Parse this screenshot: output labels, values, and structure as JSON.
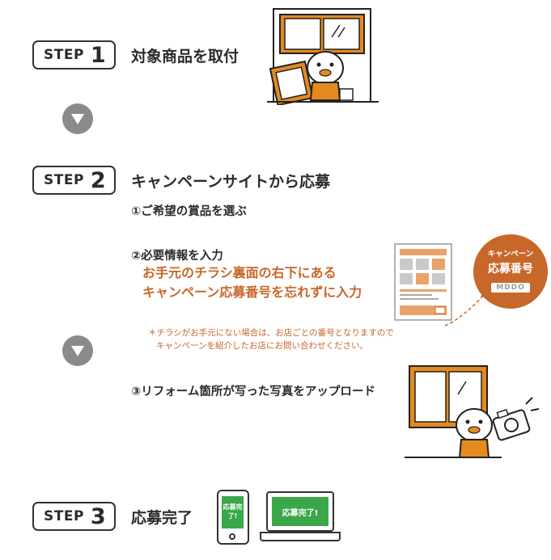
{
  "steps": [
    {
      "word": "STEP",
      "number": "1",
      "title": "対象商品を取付"
    },
    {
      "word": "STEP",
      "number": "2",
      "title": "キャンペーンサイトから応募"
    },
    {
      "word": "STEP",
      "number": "3",
      "title": "応募完了"
    }
  ],
  "step2": {
    "item1": "①ご希望の賞品を選ぶ",
    "item2": "②必要情報を入力",
    "item2_detail_line1": "お手元のチラシ裏面の右下にある",
    "item2_detail_line2": "キャンペーン応募番号を忘れずに入力",
    "note_line1": "＊チラシがお手元にない場合は、お店ごとの番号となりますので",
    "note_line2": "キャンペーンを紹介したお店にお問い合わせください。",
    "item3": "③リフォーム箇所が写った写真をアップロード"
  },
  "campaign_badge": {
    "line1": "キャンペーン",
    "line2": "応募番号",
    "code": "MDDO"
  },
  "completion": {
    "phone_text": "応募完了!",
    "laptop_text": "応募完了!"
  },
  "colors": {
    "accent": "#c8672a",
    "window_frame": "#e58a1f",
    "green": "#3aa84a",
    "arrow": "#8a8a8a"
  },
  "icons": [
    "down-arrow-icon",
    "character-illustration",
    "window-illustration",
    "flyer-illustration",
    "camera-icon",
    "smartphone-icon",
    "laptop-icon"
  ]
}
